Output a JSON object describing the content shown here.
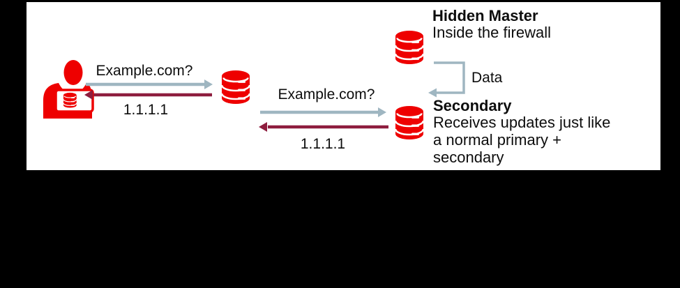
{
  "colors": {
    "red": "#ee0000",
    "arrow_gray": "#9fb6c1",
    "arrow_maroon": "#8e1d3e",
    "text": "#0d0d0d",
    "panel_bg": "#ffffff",
    "page_bg": "#000000"
  },
  "left_flow": {
    "query_label": "Example.com?",
    "response_label": "1.1.1.1"
  },
  "right_flow": {
    "query_label": "Example.com?",
    "response_label": "1.1.1.1"
  },
  "hidden_master": {
    "title": "Hidden Master",
    "subtitle": "Inside the firewall"
  },
  "transfer": {
    "label": "Data"
  },
  "secondary": {
    "title": "Secondary",
    "description_lines": {
      "0": "Receives updates just like",
      "1": "a normal primary +",
      "2": "secondary"
    }
  },
  "icons": {
    "client": "person-with-database-icon",
    "resolver": "database-icon",
    "hidden_master": "database-icon",
    "secondary": "database-icon"
  }
}
